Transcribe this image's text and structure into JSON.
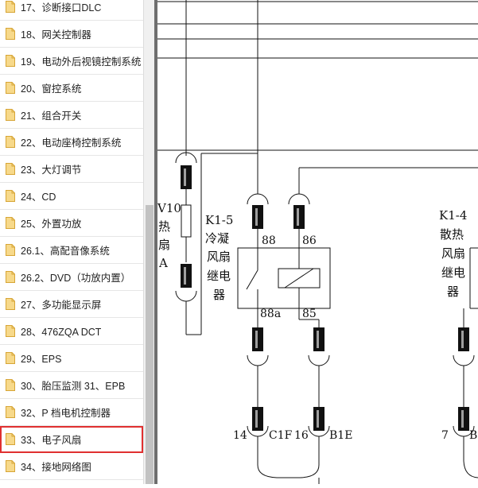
{
  "sidebar": {
    "items": [
      {
        "label": "17、诊断接口DLC"
      },
      {
        "label": "18、网关控制器"
      },
      {
        "label": "19、电动外后视镜控制系统"
      },
      {
        "label": "20、窗控系统"
      },
      {
        "label": "21、组合开关"
      },
      {
        "label": "22、电动座椅控制系统"
      },
      {
        "label": "23、大灯调节"
      },
      {
        "label": "24、CD"
      },
      {
        "label": "25、外置功放"
      },
      {
        "label": "26.1、高配音像系统"
      },
      {
        "label": "26.2、DVD（功放内置）"
      },
      {
        "label": "27、多功能显示屏"
      },
      {
        "label": "28、476ZQA DCT"
      },
      {
        "label": "29、EPS"
      },
      {
        "label": "30、胎压监测 31、EPB"
      },
      {
        "label": "32、P 档电机控制器"
      },
      {
        "label": "33、电子风扇"
      },
      {
        "label": "34、接地网络图"
      }
    ],
    "selected_index": 16,
    "icon": "document-icon"
  },
  "diagram": {
    "left_label_lines": [
      "V10",
      "热",
      "扇",
      "A"
    ],
    "relay_k1_5": {
      "name": "K1-5",
      "lines": [
        "冷凝",
        "风扇",
        "继电",
        "器"
      ],
      "pin_88": "88",
      "pin_86": "86",
      "pin_88a": "88a",
      "pin_85": "85"
    },
    "relay_k1_4": {
      "name": "K1-4",
      "lines": [
        "散热",
        "风扇",
        "继电",
        "器"
      ]
    },
    "connector_labels": {
      "pin_14": "14",
      "c1f": "C1F",
      "pin_16": "16",
      "b1e": "B1E",
      "pin_7": "7",
      "b": "B"
    }
  },
  "colors": {
    "selection_border": "#e03030",
    "icon_fill": "#f7d98a",
    "icon_stroke": "#d7a536"
  }
}
